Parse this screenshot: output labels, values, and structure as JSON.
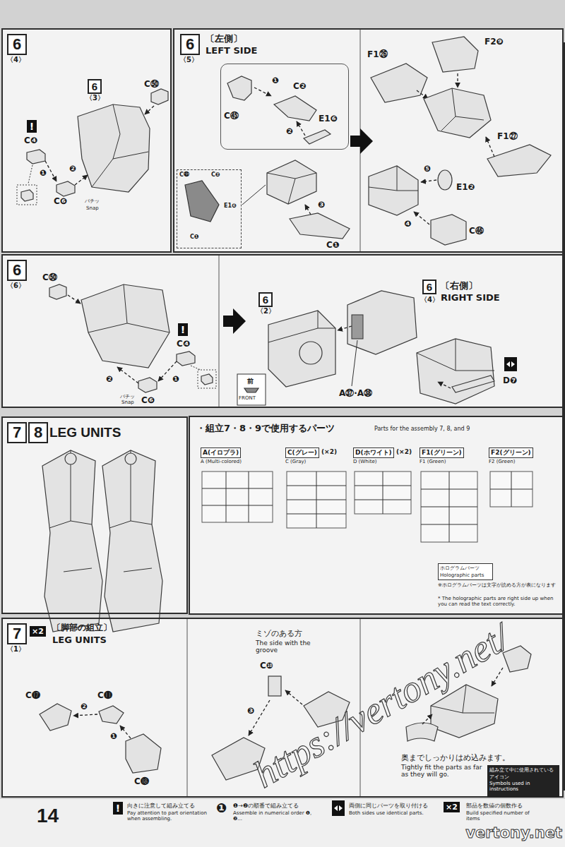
{
  "diagram": {
    "nodes": [
      {
        "text": [
          "6",
          "〈4〉"
        ]
      },
      {
        "text": [
          "6",
          "〈5〉",
          "〔左側〕",
          "LEFT SIDE"
        ]
      },
      {
        "text": [
          "❶",
          "C❷",
          "C㊺",
          "❷",
          "E1❻"
        ],
        "in": 1
      },
      {
        "text": [
          "C㊺",
          "C❷",
          "E1❻",
          "C❶"
        ],
        "in": 1
      },
      {
        "text": [
          "6",
          "〈6〉"
        ]
      },
      {
        "text": [
          "7",
          "8",
          "LEG UNITS"
        ]
      },
      {
        "text": [
          "A(イロプラ)",
          "A (Multi-colored)"
        ]
      },
      {
        "text": [
          "C(グレー)",
          "(×2)",
          "C (Gray)"
        ]
      },
      {
        "text": [
          "D(ホワイト)",
          "(×2)",
          "D (White)"
        ]
      },
      {
        "text": [
          "F1(グリーン)",
          "F1 (Green)"
        ]
      },
      {
        "text": [
          "F2(グリーン)",
          "F2 (Green)"
        ]
      },
      {
        "text": [
          "ホログラムパーツ",
          "Holographic parts"
        ]
      },
      {
        "text": [
          "7",
          "〈1〉",
          "×2",
          "〔脚部の組立〕",
          "LEG UNITS"
        ]
      },
      {
        "text": [
          "組み立て中に使用されているアイコン",
          "Symbols used in instructions"
        ]
      }
    ],
    "labels": [
      "6",
      "〈3〉",
      "C㊿",
      "!",
      "C❹",
      "❶",
      "❷",
      "パチッ",
      "Snap",
      "C❻",
      "❸",
      "C❶",
      "F1㉖",
      "F2❾",
      "F1㉗",
      "❺",
      "E1❷",
      "❹",
      "C㊻",
      "C㊿",
      "❷",
      "❶",
      "!",
      "C❹",
      "パチッ",
      "Snap",
      "C❻",
      "6",
      "〈2〉",
      "6",
      "〈4〉",
      "〔右側〕",
      "RIGHT SIDE",
      "A㊲·A㊳",
      "D❼",
      "前",
      "FRONT",
      "・組立7・8・9で使用するパーツ",
      "Parts for the assembly 7, 8, and 9",
      "※ホログラムパーツは文字が読める方が表になります",
      "* The holographic parts are right side up when you can read the text correctly.",
      "C⓱",
      "❷",
      "C⓫",
      "❶",
      "C⓲",
      "ミゾのある方",
      "The side with the groove",
      "C❿",
      "❸",
      "奥までしっかりはめ込みます。",
      "Tightly fit the parts as far as they will go.",
      "14",
      "!",
      "向きに注意して組み立てる",
      "Pay attention to part orientation when assembling.",
      "❶",
      "❶→❷の順番で組み立てる",
      "Assemble in numerical order ❶, ❷...",
      "両側に同じパーツを取り付ける",
      "Both sides use identical parts.",
      "×2",
      "部品を数値の個数作る",
      "Build specified number of items",
      "https://vertony.net/",
      "vertony.net"
    ]
  }
}
